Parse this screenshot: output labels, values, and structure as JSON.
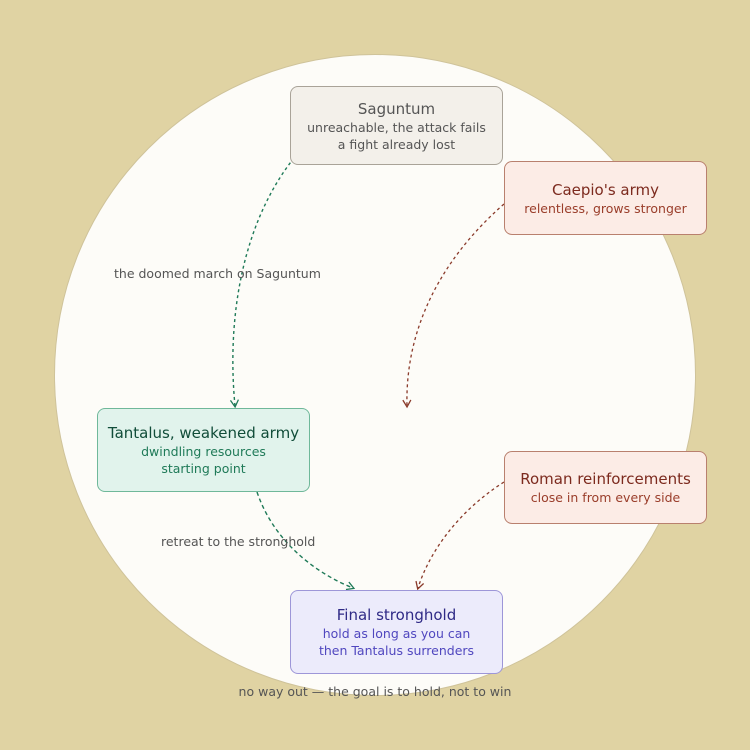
{
  "nodes": {
    "saguntum": {
      "title": "Saguntum",
      "lines": [
        "unreachable, the attack fails",
        "a fight already lost"
      ]
    },
    "caepio": {
      "title": "Caepio's army",
      "lines": [
        "relentless, grows stronger"
      ]
    },
    "tantalus": {
      "title": "Tantalus, weakened army",
      "lines": [
        "dwindling resources",
        "starting point"
      ]
    },
    "roman": {
      "title": "Roman reinforcements",
      "lines": [
        "close in from every side"
      ]
    },
    "stronghold": {
      "title": "Final stronghold",
      "lines": [
        "hold as long as you can",
        "then Tantalus surrenders"
      ]
    }
  },
  "edges": {
    "march_label": "the doomed march on Saguntum",
    "retreat_label": "retreat to the stronghold"
  },
  "footer": "no way out — the goal is to hold, not to win",
  "colors": {
    "background": "#e0d3a3",
    "circle": "#fdfcf8",
    "green_edge": "#1f7a58",
    "red_edge": "#8a3a2a"
  }
}
